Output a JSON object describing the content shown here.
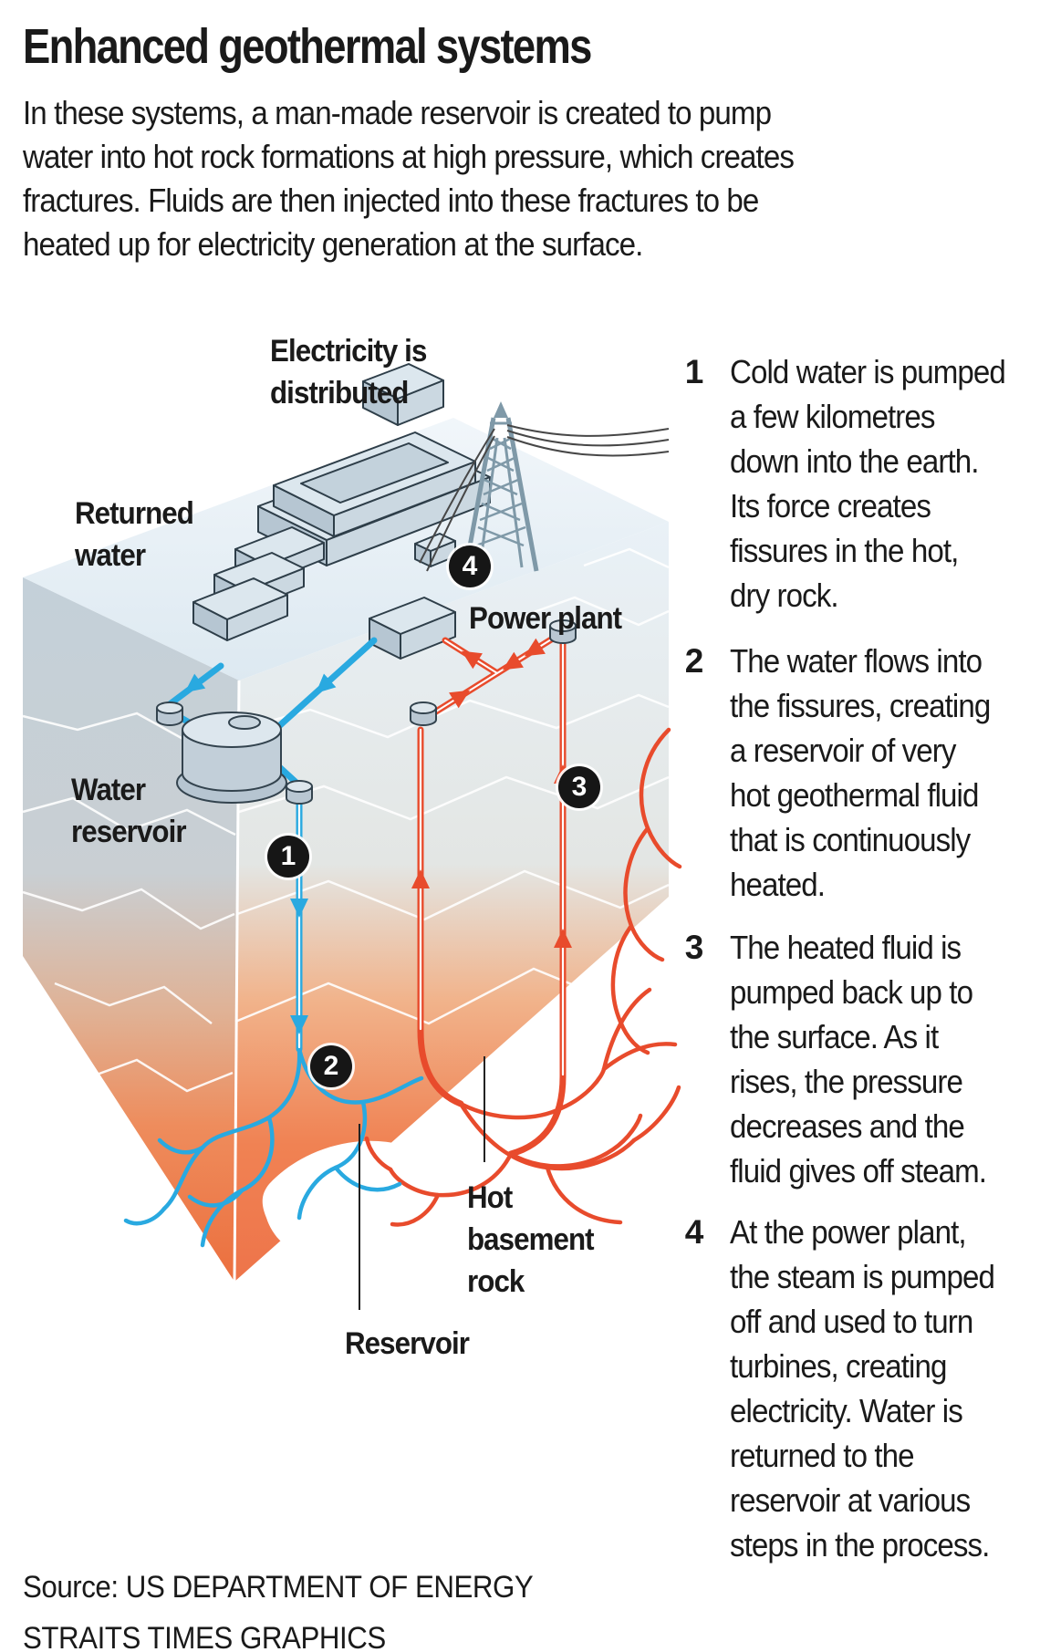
{
  "title": "Enhanced geothermal systems",
  "intro_lines": [
    "In these systems, a man-made reservoir is created to pump",
    "water into hot rock formations at high pressure, which creates",
    "fractures. Fluids are then injected into these fractures to be",
    "heated up for electricity generation at the surface."
  ],
  "diagram": {
    "labels": {
      "electricity_distributed": [
        "Electricity is",
        "distributed"
      ],
      "returned_water": [
        "Returned",
        "water"
      ],
      "power_plant": "Power plant",
      "water_reservoir": [
        "Water",
        "reservoir"
      ],
      "hot_basement_rock": [
        "Hot",
        "basement",
        "rock"
      ],
      "reservoir": "Reservoir"
    },
    "badges": [
      "1",
      "2",
      "3",
      "4"
    ],
    "colors": {
      "cold_water": "#29a9e0",
      "hot_fluid": "#e84b2c",
      "badge": "#161616",
      "hot_rock": "#ee744a"
    }
  },
  "steps": [
    {
      "num": "1",
      "lines": [
        "Cold water is pumped",
        "a few kilometres",
        "down into the earth.",
        "Its force creates",
        "fissures in the hot,",
        "dry rock."
      ]
    },
    {
      "num": "2",
      "lines": [
        "The water flows into",
        "the fissures, creating",
        "a reservoir of very",
        "hot geothermal fluid",
        "that is continuously",
        "heated."
      ]
    },
    {
      "num": "3",
      "lines": [
        "The heated fluid is",
        "pumped back up to",
        "the surface. As it",
        "rises, the pressure",
        "decreases and the",
        "fluid gives off steam."
      ]
    },
    {
      "num": "4",
      "lines": [
        "At the power plant,",
        "the steam is pumped",
        "off and used to turn",
        "turbines, creating",
        "electricity. Water is",
        "returned to the",
        "reservoir at various",
        "steps in the process."
      ]
    }
  ],
  "source_lines": [
    "Source: US DEPARTMENT OF ENERGY",
    "STRAITS TIMES GRAPHICS"
  ]
}
